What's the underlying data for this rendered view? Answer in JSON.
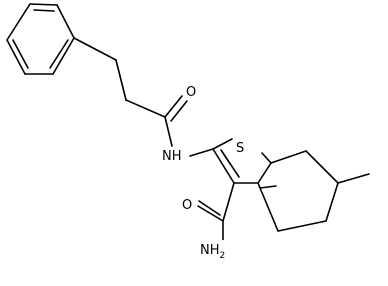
{
  "molecule": {
    "atoms": {
      "oxygen_carbonyl_amide": "O",
      "nitrogen_amide": "NH",
      "sulfur_thiophene": "S",
      "oxygen_carboxamide": "O",
      "nitrogen_carboxamide": "NH",
      "nitrogen_carboxamide_sub": "2"
    },
    "colors": {
      "bond": "#000000",
      "label": "#000000",
      "background": "#ffffff"
    }
  }
}
